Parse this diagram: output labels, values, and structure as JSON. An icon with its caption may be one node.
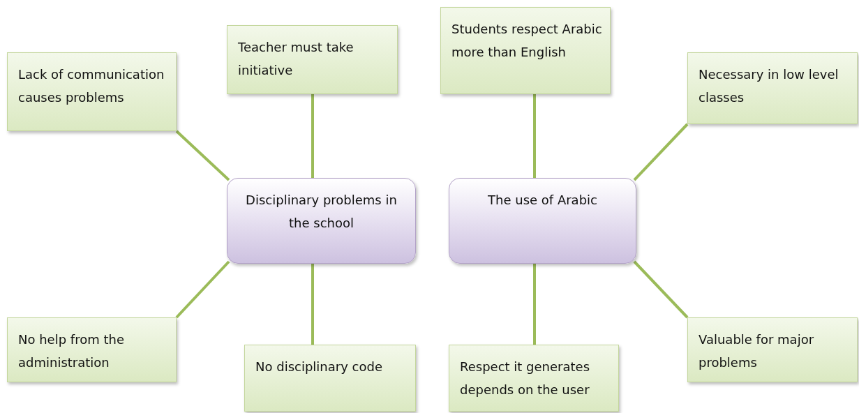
{
  "diagram": {
    "nodes": [
      {
        "text": [
          "Lack of communication causes problems"
        ]
      },
      {
        "text": [
          "Teacher must take initiative"
        ]
      },
      {
        "text": [
          "Students respect Arabic more than English"
        ]
      },
      {
        "text": [
          "Necessary in low level classes"
        ]
      },
      {
        "text": [
          "Disciplinary problems in the school"
        ]
      },
      {
        "text": [
          "The use of Arabic"
        ]
      },
      {
        "text": [
          "No help from the administration"
        ]
      },
      {
        "text": [
          "No disciplinary code"
        ]
      },
      {
        "text": [
          "Respect it generates depends on the user"
        ]
      },
      {
        "text": [
          "Valuable for major problems"
        ]
      }
    ],
    "edges": [
      {
        "from": 4,
        "to": 0,
        "arrow": "none"
      },
      {
        "from": 4,
        "to": 1,
        "arrow": "none"
      },
      {
        "from": 4,
        "to": 6,
        "arrow": "none"
      },
      {
        "from": 4,
        "to": 7,
        "arrow": "none"
      },
      {
        "from": 5,
        "to": 2,
        "arrow": "none"
      },
      {
        "from": 5,
        "to": 3,
        "arrow": "none"
      },
      {
        "from": 5,
        "to": 8,
        "arrow": "none"
      },
      {
        "from": 5,
        "to": 9,
        "arrow": "none"
      }
    ]
  }
}
